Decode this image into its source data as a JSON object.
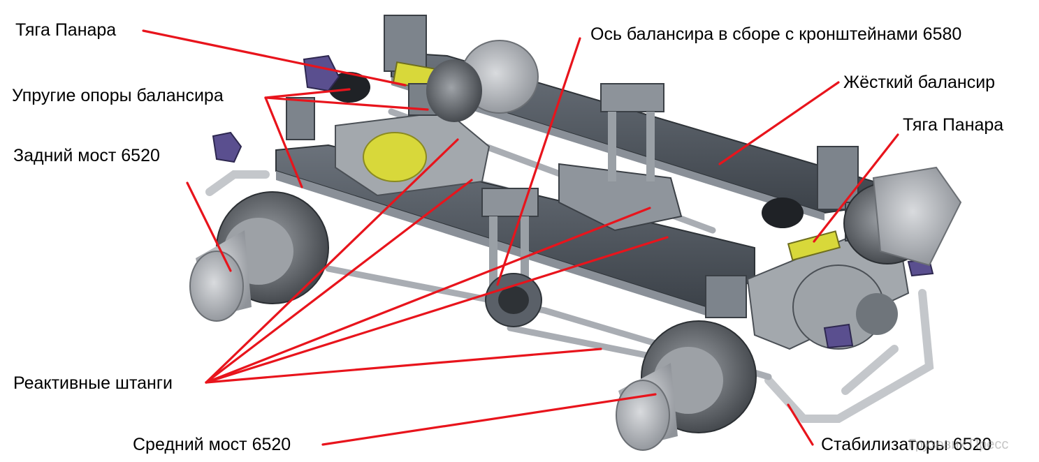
{
  "labels": {
    "panhard_rod_left": "Тяга Панара",
    "balancer_axle": "Ось балансира в сборе с кронштейнами 6580",
    "elastic_supports": "Упругие опоры балансира",
    "rigid_balancer": "Жёсткий балансир",
    "panhard_rod_right": "Тяга Панара",
    "rear_axle": "Задний мост 6520",
    "reaction_rods": "Реактивные штанги",
    "middle_axle": "Средний мост 6520",
    "stabilizers": "Стабилизаторы 6520"
  },
  "watermark": "Грузовик Пресс",
  "colors": {
    "leader": "#e8141c",
    "steel": "#4a5058",
    "hub": "#8a8e94",
    "drum": "#bfc2c6",
    "yellow": "#d8d83a",
    "purple": "#5a4f8f"
  }
}
